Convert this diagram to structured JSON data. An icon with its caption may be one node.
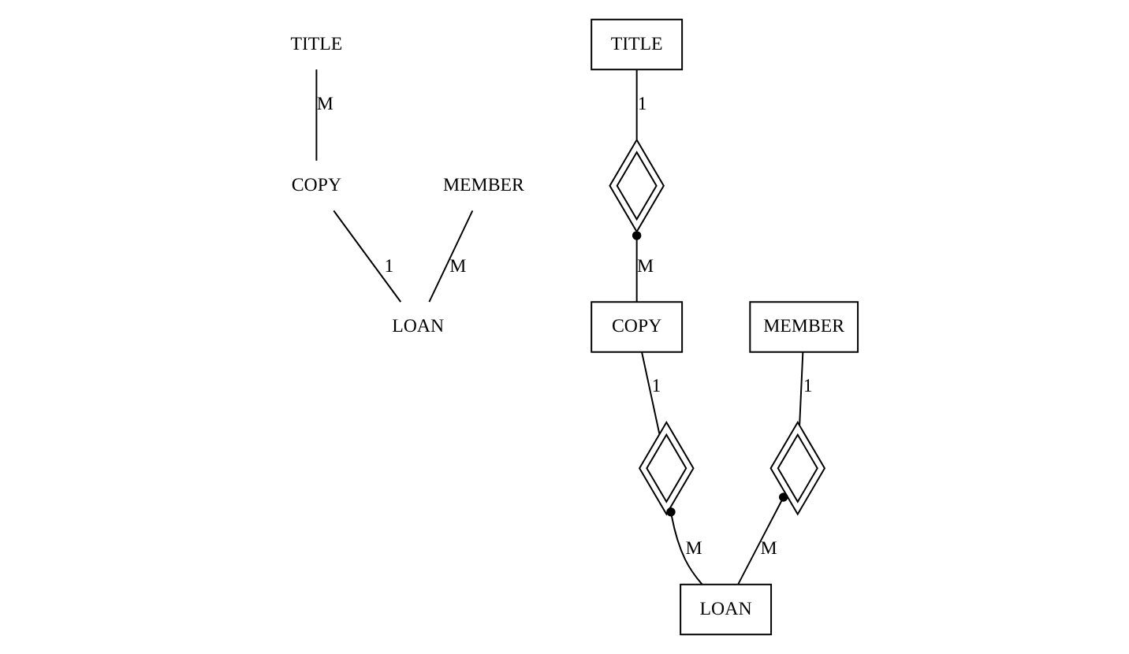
{
  "diagram": {
    "nodes": [
      {
        "text": [
          "TITLE"
        ]
      },
      {
        "text": [
          "COPY"
        ]
      },
      {
        "text": [
          "MEMBER"
        ]
      },
      {
        "text": [
          "LOAN"
        ]
      },
      {
        "text": [
          "TITLE"
        ]
      },
      {
        "text": [],
        "shape": "diamond"
      },
      {
        "text": [
          "COPY"
        ]
      },
      {
        "text": [
          "MEMBER"
        ]
      },
      {
        "text": [],
        "shape": "diamond"
      },
      {
        "text": [],
        "shape": "diamond"
      },
      {
        "text": [
          "LOAN"
        ]
      }
    ],
    "edges": [
      {
        "from": 0,
        "to": 1,
        "arrow": "none",
        "label": "M"
      },
      {
        "from": 1,
        "to": 3,
        "arrow": "none",
        "label": "1"
      },
      {
        "from": 2,
        "to": 3,
        "arrow": "none",
        "label": "M"
      },
      {
        "from": 4,
        "to": 5,
        "arrow": "none",
        "label": "1"
      },
      {
        "from": 5,
        "to": 6,
        "arrow": "other",
        "label": "M"
      },
      {
        "from": 6,
        "to": 8,
        "arrow": "none",
        "label": "1"
      },
      {
        "from": 8,
        "to": 10,
        "arrow": "other",
        "label": "M"
      },
      {
        "from": 7,
        "to": 9,
        "arrow": "none",
        "label": "1"
      },
      {
        "from": 9,
        "to": 10,
        "arrow": "other",
        "label": "M"
      }
    ]
  }
}
